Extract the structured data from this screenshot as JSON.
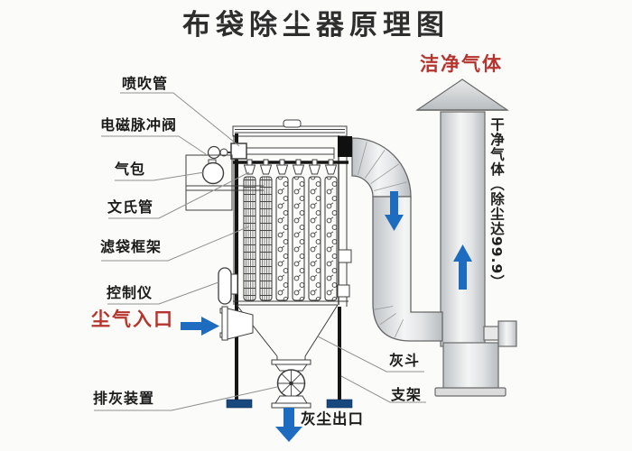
{
  "title": "布袋除尘器原理图",
  "labels": {
    "blow_pipe": "喷吹管",
    "pulse_valve": "电磁脉冲阀",
    "air_bag": "气包",
    "venturi": "文氏管",
    "bag_cage": "滤袋框架",
    "controller": "控制仪",
    "dust_inlet": "尘气入口",
    "ash_discharge": "排灰装置",
    "dust_outlet": "灰尘出口",
    "ash_hopper": "灰斗",
    "support_frame": "支架",
    "clean_gas": "洁净气体",
    "clean_gas_note": "干净气体（除尘达99.9）"
  },
  "colors": {
    "label_red": "#b5342e",
    "arrow_blue": "#1e6cc0",
    "foot_blue": "#17497f",
    "line_dark": "#3f3f3f",
    "leader_gray": "#909090"
  }
}
